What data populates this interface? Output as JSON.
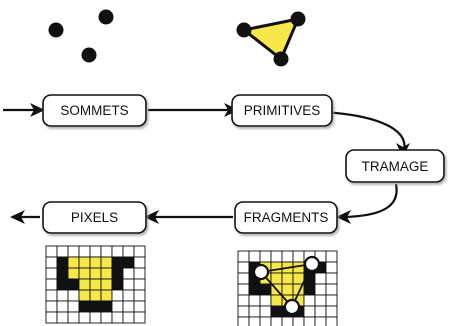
{
  "stages": {
    "sommets": "SOMMETS",
    "primitives": "PRIMITIVES",
    "tramage": "TRAMAGE",
    "fragments": "FRAGMENTS",
    "pixels": "PIXELS"
  },
  "colors": {
    "fill": "#f6e84a",
    "stroke": "#111111",
    "node_shadow": "#a8a8a8",
    "background": "#ffffff"
  },
  "grids": {
    "pixels": {
      "cols": 9,
      "rows": 7,
      "black": [
        [
          1,
          1
        ],
        [
          6,
          1
        ],
        [
          7,
          1
        ],
        [
          1,
          2
        ],
        [
          6,
          2
        ],
        [
          1,
          3
        ],
        [
          2,
          3
        ],
        [
          3,
          5
        ],
        [
          4,
          5
        ],
        [
          5,
          5
        ],
        [
          6,
          3
        ]
      ],
      "yellow": [
        [
          2,
          1
        ],
        [
          3,
          1
        ],
        [
          4,
          1
        ],
        [
          5,
          1
        ],
        [
          2,
          2
        ],
        [
          3,
          2
        ],
        [
          4,
          2
        ],
        [
          5,
          2
        ],
        [
          3,
          3
        ],
        [
          4,
          3
        ],
        [
          5,
          3
        ],
        [
          3,
          4
        ],
        [
          4,
          4
        ],
        [
          5,
          4
        ]
      ]
    },
    "fragments": {
      "cols": 9,
      "rows": 7,
      "black": [
        [
          1,
          1
        ],
        [
          6,
          1
        ],
        [
          7,
          1
        ],
        [
          1,
          2
        ],
        [
          6,
          2
        ],
        [
          1,
          3
        ],
        [
          2,
          3
        ],
        [
          6,
          3
        ],
        [
          3,
          5
        ],
        [
          4,
          5
        ],
        [
          5,
          5
        ]
      ],
      "yellow": [
        [
          2,
          1
        ],
        [
          3,
          1
        ],
        [
          4,
          1
        ],
        [
          5,
          1
        ],
        [
          2,
          2
        ],
        [
          3,
          2
        ],
        [
          4,
          2
        ],
        [
          5,
          2
        ],
        [
          3,
          3
        ],
        [
          4,
          3
        ],
        [
          5,
          3
        ],
        [
          3,
          4
        ],
        [
          4,
          4
        ],
        [
          5,
          4
        ]
      ]
    }
  }
}
